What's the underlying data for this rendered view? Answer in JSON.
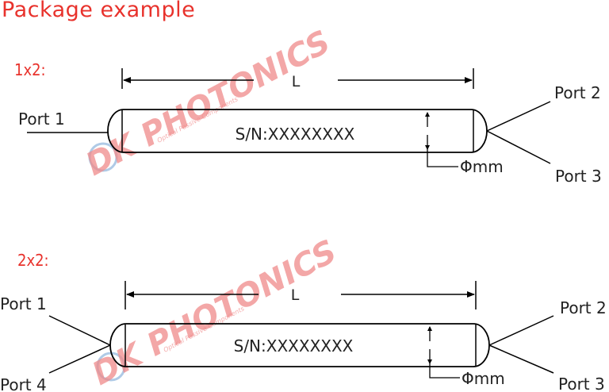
{
  "title": "Package example",
  "packages": [
    {
      "section_label": "1x2:",
      "length_label": "L",
      "serial": "S/N:XXXXXXXX",
      "diameter_label": "Φmm",
      "left_ports": [
        "Port 1"
      ],
      "right_ports": [
        "Port 2",
        "Port 3"
      ]
    },
    {
      "section_label": "2x2:",
      "length_label": "L",
      "serial": "S/N:XXXXXXXX",
      "diameter_label": "Φmm",
      "left_ports": [
        "Port 1",
        "Port 4"
      ],
      "right_ports": [
        "Port 2",
        "Port 3"
      ]
    }
  ],
  "watermark": {
    "brand": "DK PHOTONICS",
    "tagline": "Optical Passive Components",
    "colors": {
      "text": "#f08a8a",
      "globe": "#9bbde0"
    }
  },
  "colors": {
    "title": "#e8322c",
    "line": "#000000"
  }
}
